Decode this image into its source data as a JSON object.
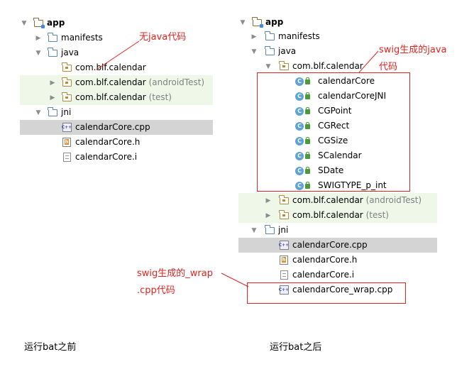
{
  "left": {
    "app": "app",
    "manifests": "manifests",
    "java": "java",
    "pkg_main": "com.blf.calendar",
    "pkg_android_test": "com.blf.calendar",
    "pkg_android_test_tag": "(androidTest)",
    "pkg_test": "com.blf.calendar",
    "pkg_test_tag": "(test)",
    "jni": "jni",
    "files": [
      "calendarCore.cpp",
      "calendarCore.h",
      "calendarCore.i"
    ],
    "annotation": "无java代码",
    "caption": "运行bat之前"
  },
  "right": {
    "app": "app",
    "manifests": "manifests",
    "java": "java",
    "pkg_main": "com.blf.calendar",
    "classes": [
      "calendarCore",
      "calendarCoreJNI",
      "CGPoint",
      "CGRect",
      "CGSize",
      "SCalendar",
      "SDate",
      "SWIGTYPE_p_int"
    ],
    "pkg_android_test": "com.blf.calendar",
    "pkg_android_test_tag": "(androidTest)",
    "pkg_test": "com.blf.calendar",
    "pkg_test_tag": "(test)",
    "jni": "jni",
    "files": [
      "calendarCore.cpp",
      "calendarCore.h",
      "calendarCore.i",
      "calendarCore_wrap.cpp"
    ],
    "annotation_line1": "swig生成的java",
    "annotation_line2": "代码",
    "wrap_annotation_line1": "swig生成的_wrap",
    "wrap_annotation_line2": ".cpp代码",
    "caption": "运行bat之后"
  },
  "icons": {
    "expanded": "▼",
    "collapsed": "▶",
    "cpp_glyph": "C++",
    "class_glyph": "C"
  },
  "colors": {
    "annotation_red": "#e0241f",
    "selection_gray": "#d4d4d4",
    "test_green": "#eef7e8"
  }
}
